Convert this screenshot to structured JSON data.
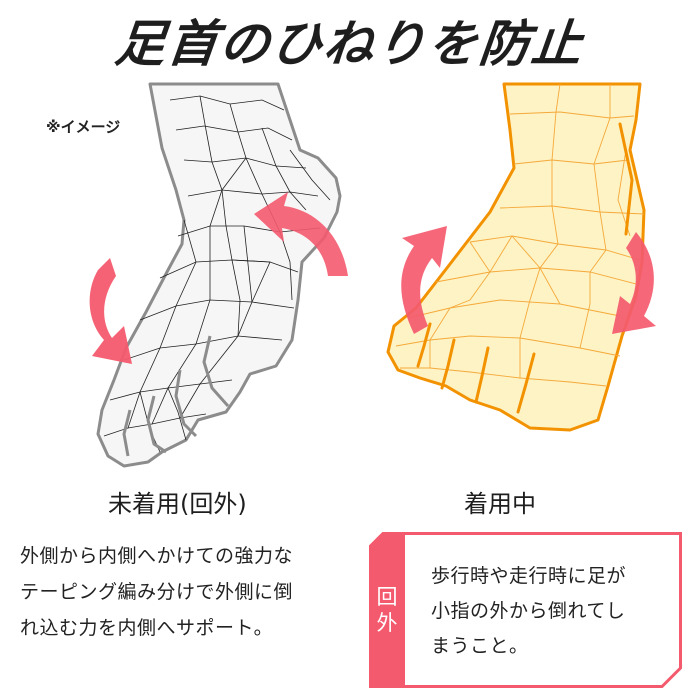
{
  "title": "足首のひねりを防止",
  "note": "※イメージ",
  "colors": {
    "accent": "#f45a6e",
    "foot_left_fill": "#f6f6f6",
    "foot_left_stroke": "#8c8c8c",
    "foot_right_fill": "#fdf3c4",
    "foot_right_stroke": "#f39200",
    "text": "#222222"
  },
  "panels": {
    "left": {
      "caption": "未着用(回外)",
      "illustration": "foot-wireframe-gray",
      "arrows": [
        "curved-arrow-down",
        "curved-arrow-left"
      ]
    },
    "right": {
      "caption": "着用中",
      "illustration": "foot-wireframe-yellow",
      "arrows": [
        "curved-arrow-up",
        "curved-arrow-down"
      ]
    }
  },
  "description": {
    "lines": [
      "外側から内側へかけての強力な",
      "テーピング編み分けで外側に倒",
      "れ込む力を内側へサポート。"
    ]
  },
  "callout": {
    "tab_label_1": "回",
    "tab_label_2": "外",
    "lines": [
      "歩行時や走行時に足が",
      "小指の外から倒れてし",
      "まうこと。"
    ]
  }
}
